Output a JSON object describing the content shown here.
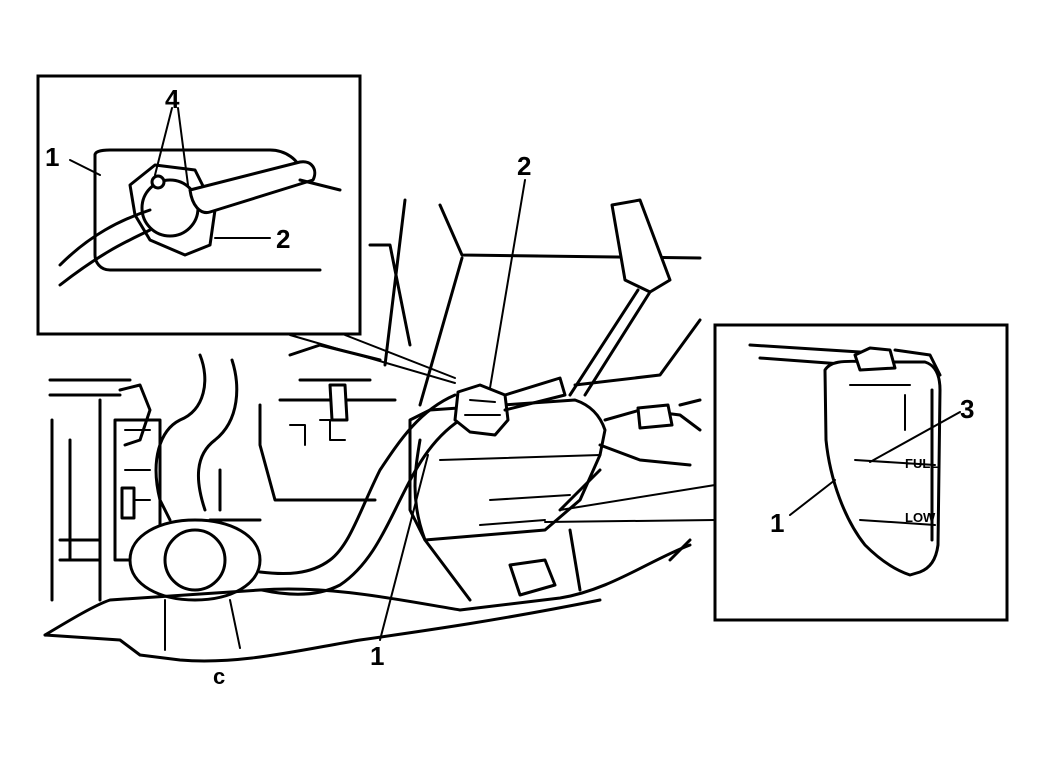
{
  "callouts": {
    "main_bottom": "1",
    "main_top": "2",
    "inset_left_1": "1",
    "inset_left_2": "2",
    "inset_left_4": "4",
    "inset_right_1": "1",
    "inset_right_3": "3",
    "stray_mark": "c"
  },
  "reservoir_marks": {
    "full": "FULL",
    "low": "LOW"
  }
}
